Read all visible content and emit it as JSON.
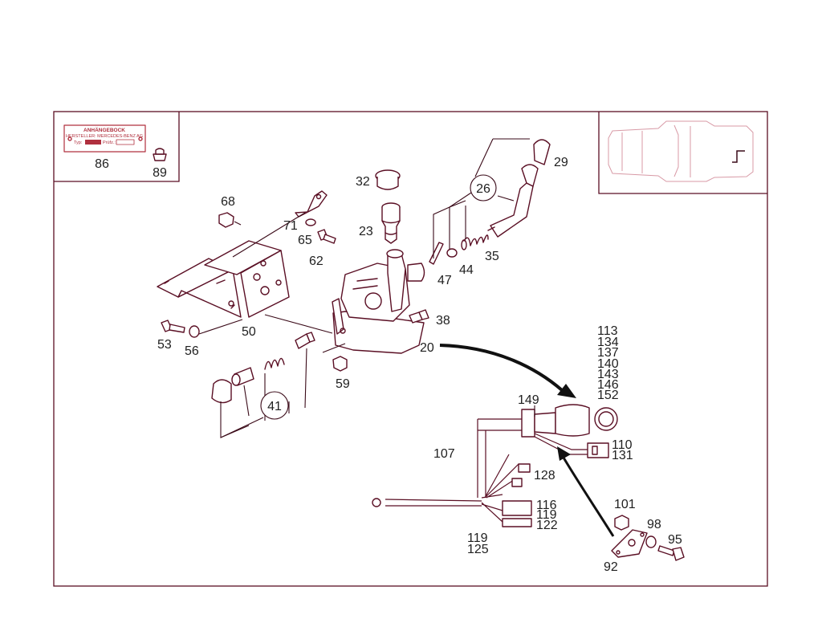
{
  "diagram": {
    "type_plate": {
      "title": "ANHÄNGEBOCK",
      "line1": "HERSTELLER: MERCEDES-BENZ AG",
      "type_label": "Typ:",
      "pruef_label": "Prüfz.:"
    },
    "labels": {
      "n86": "86",
      "n89": "89",
      "n29": "29",
      "n26": "26",
      "n32": "32",
      "n23": "23",
      "n68": "68",
      "n71": "71",
      "n65": "65",
      "n62": "62",
      "n35": "35",
      "n44": "44",
      "n47": "47",
      "n50": "50",
      "n53": "53",
      "n56": "56",
      "n38": "38",
      "n20": "20",
      "n59": "59",
      "n41": "41",
      "stack": [
        "113",
        "134",
        "137",
        "140",
        "143",
        "146",
        "152"
      ],
      "n149": "149",
      "n107": "107",
      "n110": "110",
      "n131": "131",
      "n128": "128",
      "n116": "116",
      "n119a": "119",
      "n122": "122",
      "n119b": "119",
      "n125": "125",
      "n101": "101",
      "n98": "98",
      "n95": "95",
      "n92": "92"
    }
  },
  "colors": {
    "line": "#5a0f24",
    "label": "#1f1f1f",
    "accent_red": "#b0303e",
    "silhouette": "#d89aa6"
  }
}
